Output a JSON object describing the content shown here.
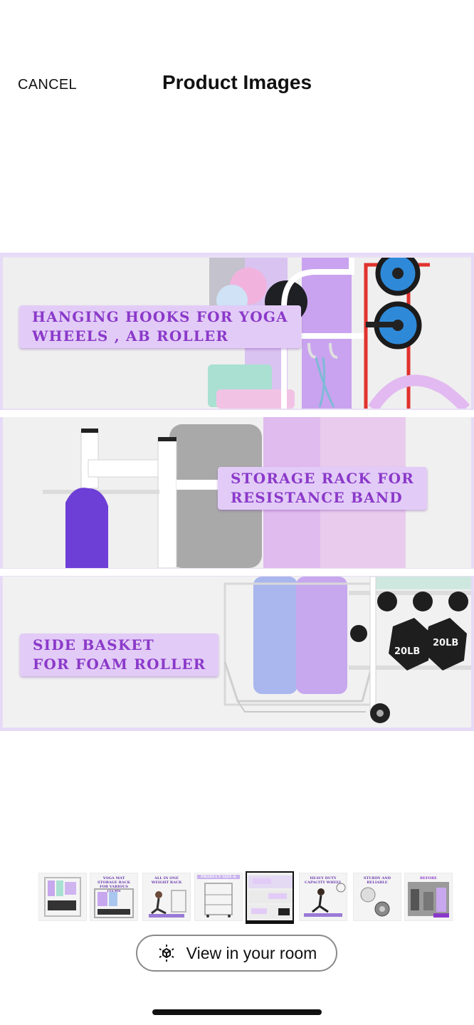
{
  "header": {
    "cancel_label": "CANCEL",
    "title": "Product Images"
  },
  "main_image": {
    "captions": [
      "HANGING HOOKS FOR YOGA\nWHEELS , AB ROLLER",
      "STORAGE RACK FOR\nRESISTANCE BAND",
      "SIDE BASKET\nFOR FOAM ROLLER"
    ],
    "dumbbell_labels": [
      "20LB",
      "20LB"
    ]
  },
  "thumbnails": {
    "count": 8,
    "selected_index": 4,
    "texts": [
      "",
      "YOGA MAT STORAGE RACK FOR VARIOUS ITEMS",
      "ALL IN ONE WEIGHT RACK",
      "PRODUCT SIZE & CAPACITY",
      "",
      "HEAVY DUTY CAPACITY WHEEL",
      "STURDY AND RELIABLE",
      "BEFORE"
    ]
  },
  "view_room": {
    "label": "View in your room",
    "icon": "ar-cube-icon"
  },
  "colors": {
    "caption_bg": "#e2ccf7",
    "caption_text": "#8b39c9",
    "frame": "#e6dbf7"
  }
}
